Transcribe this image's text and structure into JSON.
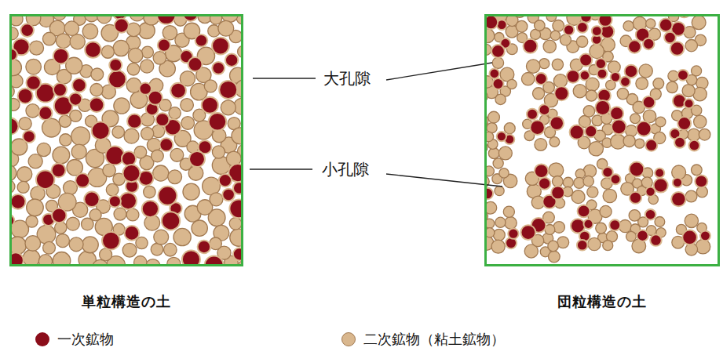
{
  "diagram": {
    "nodes": [
      {
        "text": [
          "単粒構造の土"
        ]
      },
      {
        "text": [
          "団粒構造の土"
        ]
      }
    ],
    "labels": [
      "大孔隙",
      "小孔隙"
    ],
    "legend": [
      {
        "text": "一次鉱物",
        "color": "#8b0d1a"
      },
      {
        "text": "二次鉱物（粘土鉱物）",
        "color": "#d9b78e"
      }
    ]
  }
}
